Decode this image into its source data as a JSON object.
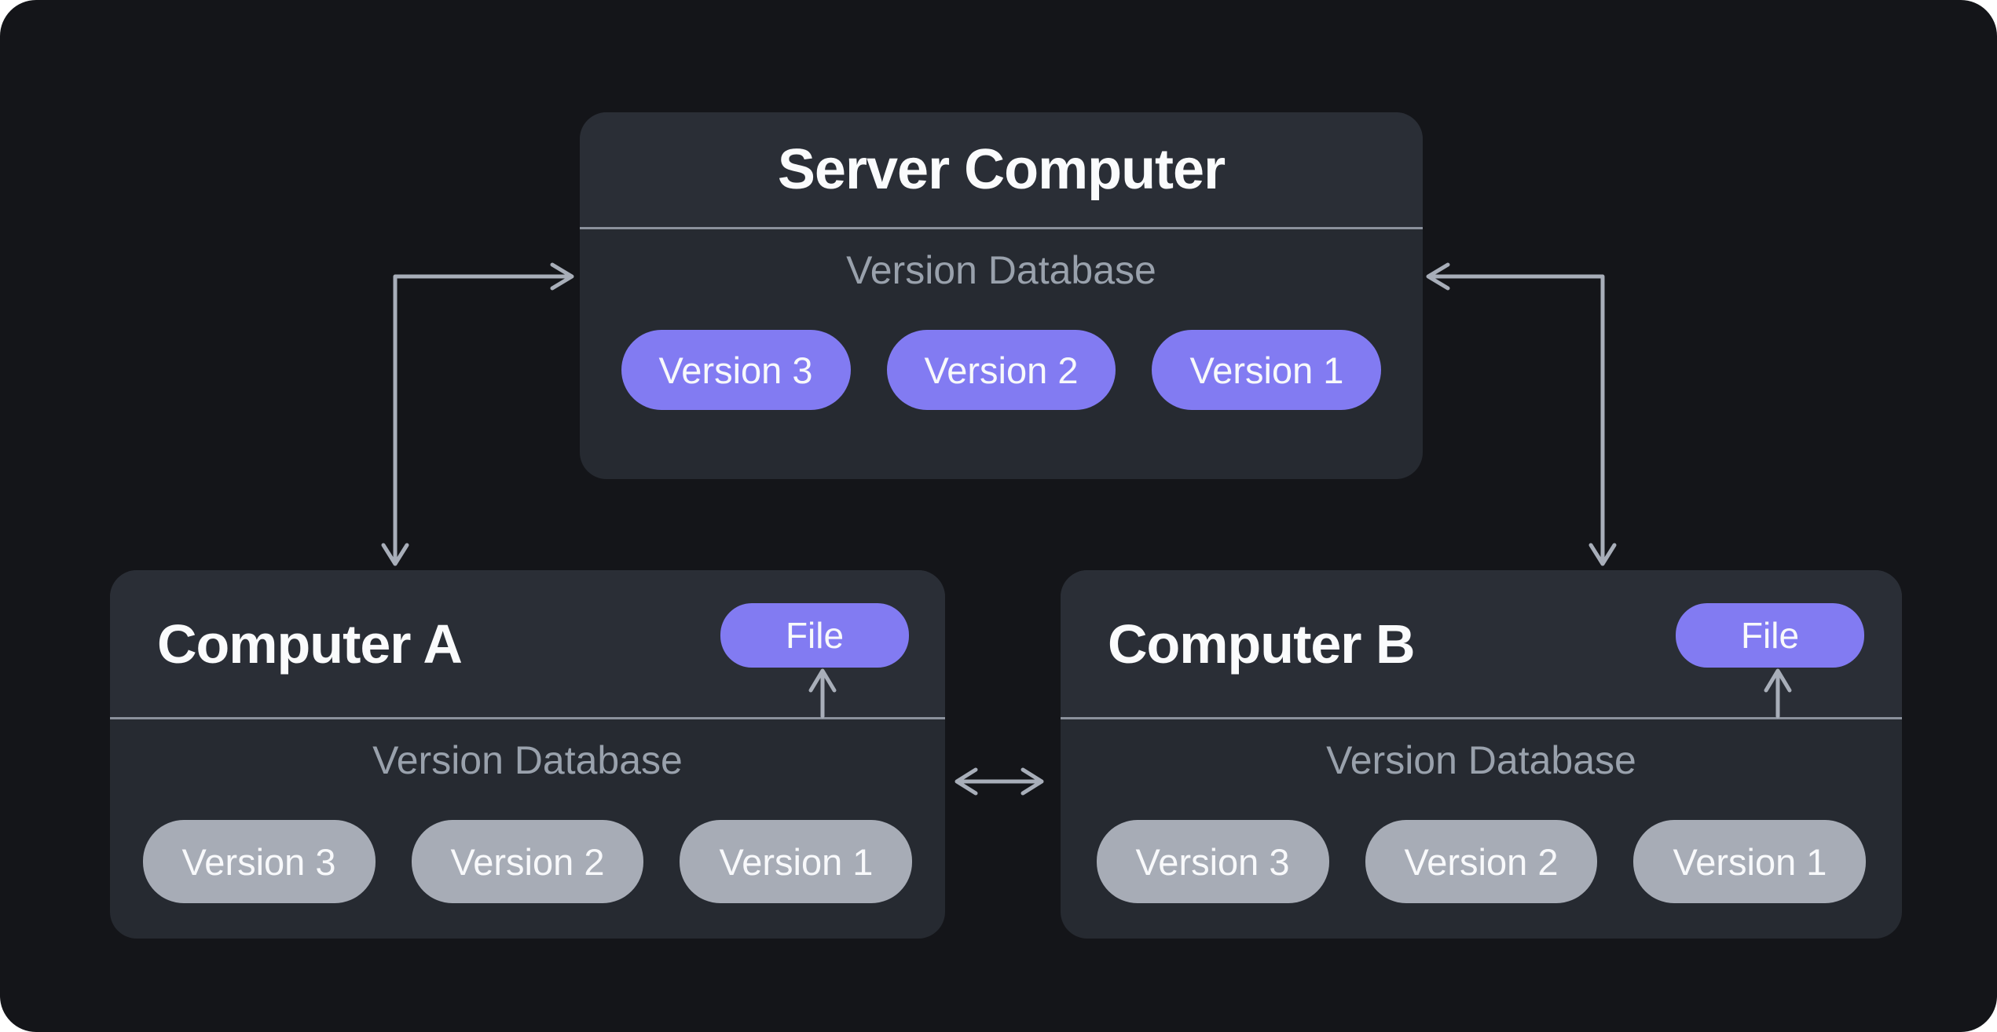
{
  "diagram": {
    "server": {
      "title": "Server Computer",
      "database_label": "Version Database",
      "versions": [
        "Version 3",
        "Version 2",
        "Version 1"
      ]
    },
    "computer_a": {
      "title": "Computer A",
      "file_label": "File",
      "database_label": "Version Database",
      "versions": [
        "Version 3",
        "Version 2",
        "Version 1"
      ]
    },
    "computer_b": {
      "title": "Computer B",
      "file_label": "File",
      "database_label": "Version Database",
      "versions": [
        "Version 3",
        "Version 2",
        "Version 1"
      ]
    }
  },
  "colors": {
    "background": "#141519",
    "panel": "#262a31",
    "panel_header": "#2a2e36",
    "divider": "#8b919c",
    "arrow": "#a8aeb9",
    "accent_purple": "#827bf2",
    "pill_gray": "#a7acb6",
    "title_text": "#fafbfc",
    "muted_text": "#99a1ac",
    "pill_text": "#f8f9fb"
  }
}
